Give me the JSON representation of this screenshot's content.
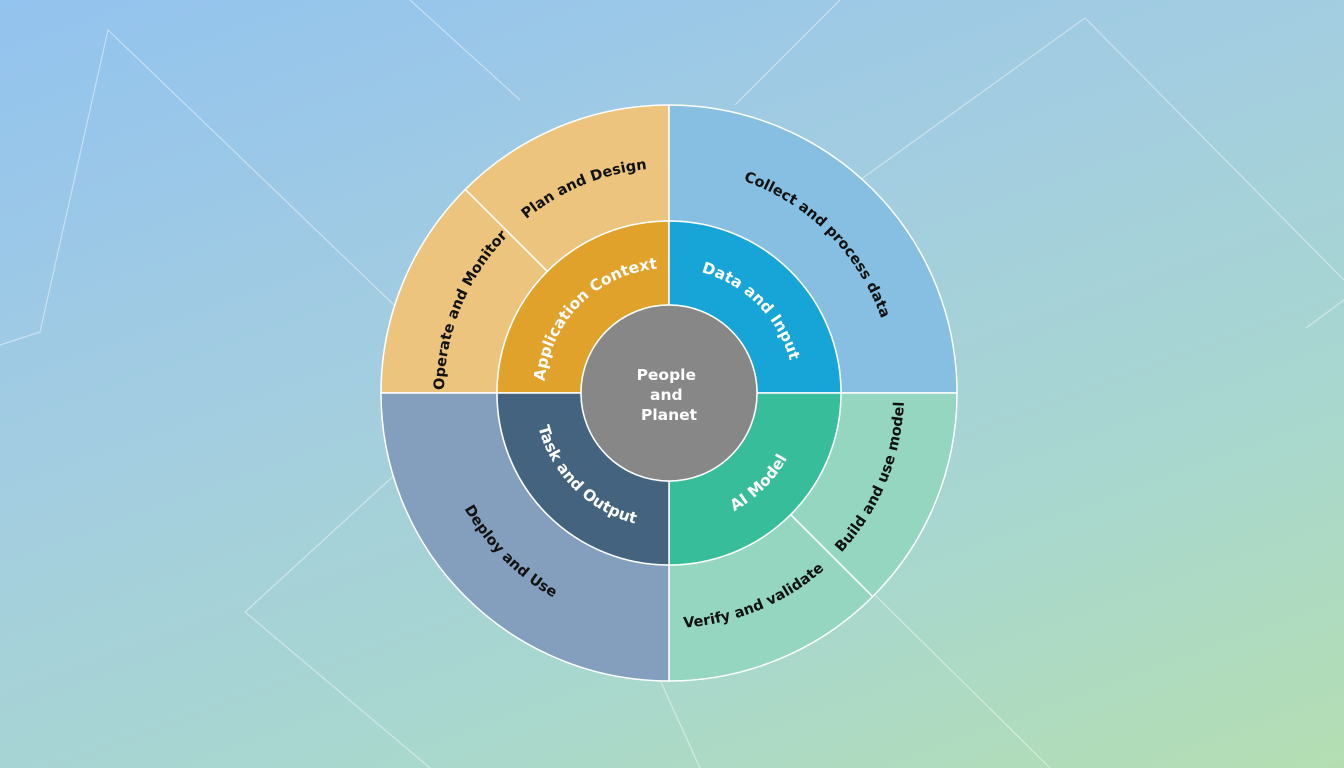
{
  "center": {
    "lines": [
      "People",
      "and",
      "Planet"
    ],
    "color": "#878787"
  },
  "inner_ring": [
    {
      "label": "Application Context",
      "color": "#e0a22a",
      "quadrant": "top-left"
    },
    {
      "label": "Data and Input",
      "color": "#17a4d6",
      "quadrant": "top-right"
    },
    {
      "label": "AI Model",
      "color": "#37bd99",
      "quadrant": "bottom-right"
    },
    {
      "label": "Task and Output",
      "color": "#44637f",
      "quadrant": "bottom-left"
    }
  ],
  "outer_ring": [
    {
      "label": "Operate and Monitor",
      "color": "#ecc47e"
    },
    {
      "label": "Plan and Design",
      "color": "#ecc47e"
    },
    {
      "label": "Collect and process data",
      "color": "#86bfe1"
    },
    {
      "label": "Build and use model",
      "color": "#94d6bf"
    },
    {
      "label": "Verify and validate",
      "color": "#94d6bf"
    },
    {
      "label": "Deploy and Use",
      "color": "#849fbd"
    }
  ]
}
